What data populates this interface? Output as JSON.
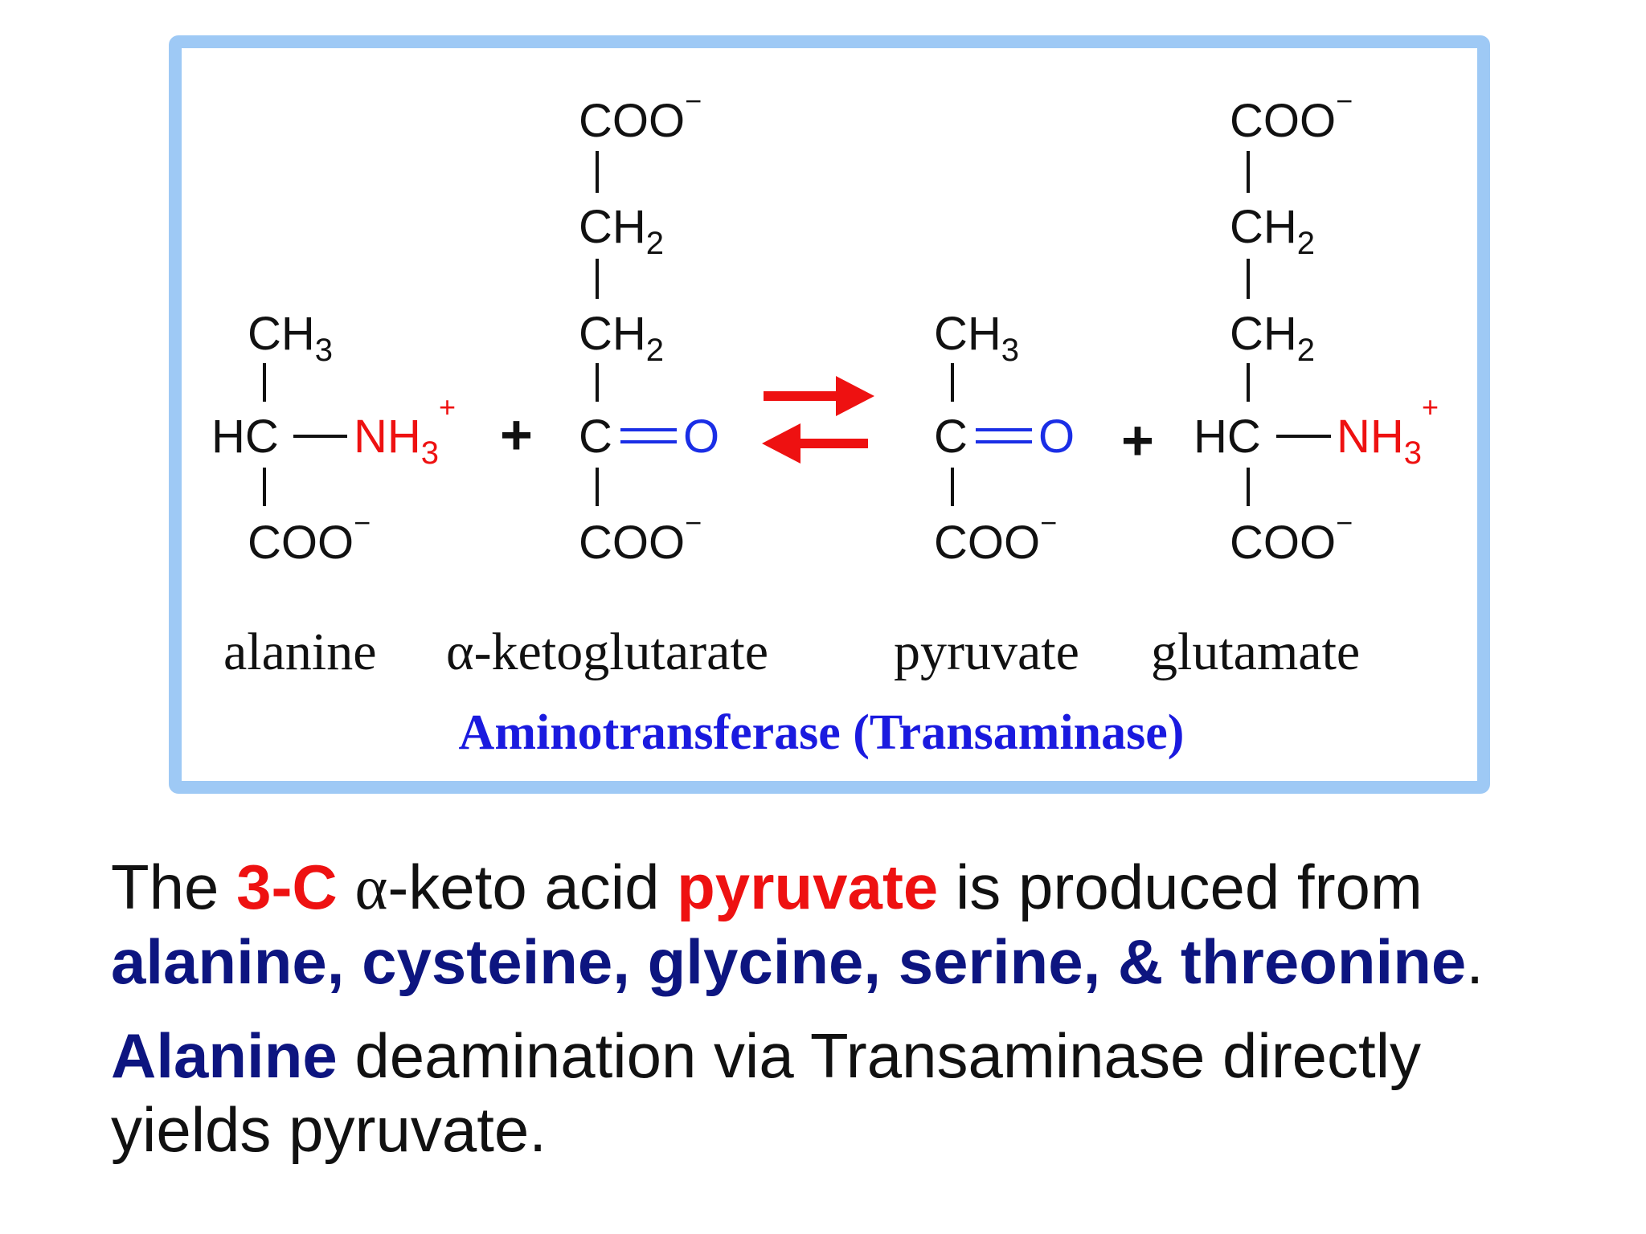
{
  "colors": {
    "frame": "#9ec9f5",
    "amine": "#ee1111",
    "oxygen": "#1a2ee6",
    "arrow": "#ee1111",
    "enzyme": "#1a1adf",
    "highlight_red": "#ee1111",
    "highlight_navy": "#0d1580"
  },
  "reaction": {
    "groups": {
      "coo": "COO",
      "ch3": "CH",
      "ch2": "CH",
      "hc": "HC",
      "nh3": "NH",
      "c": "C",
      "o": "O",
      "sub2": "2",
      "sub3": "3",
      "minus": "−",
      "plus_charge": "+"
    },
    "plus_sign": "+",
    "names": {
      "alanine": "alanine",
      "ketoglutarate": "α-ketoglutarate",
      "pyruvate": "pyruvate",
      "glutamate": "glutamate"
    },
    "enzyme": "Aminotransferase (Transaminase)"
  },
  "caption": {
    "line1_a": "The ",
    "line1_b": "3-C",
    "line1_c": " ",
    "line1_alpha": "α",
    "line1_d": "-keto acid ",
    "line1_e": "pyruvate",
    "line1_f": " is produced from",
    "line2_a": "alanine, cysteine, glycine, serine, & threonine",
    "line2_b": ".",
    "line3_a": "Alanine",
    "line3_b": " deamination via Transaminase directly yields pyruvate."
  }
}
